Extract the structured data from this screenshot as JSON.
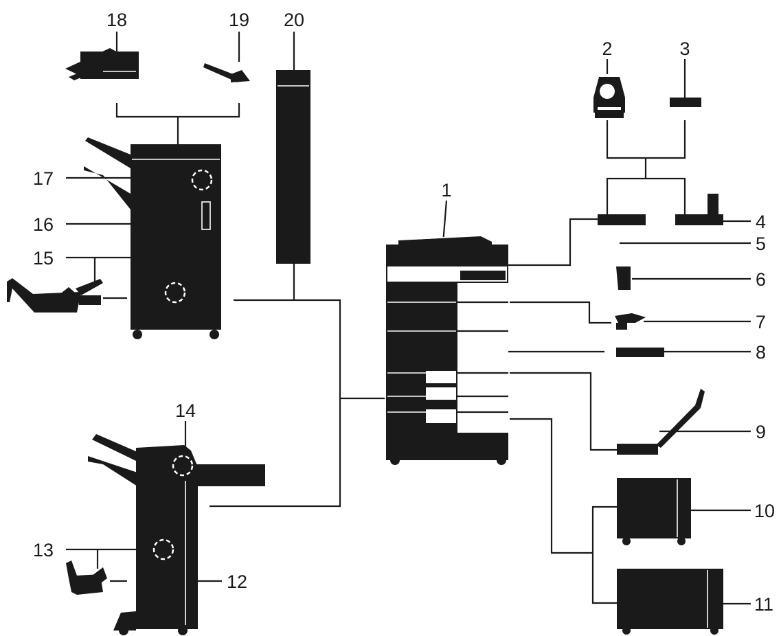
{
  "callouts": [
    {
      "id": 1,
      "label": "1"
    },
    {
      "id": 2,
      "label": "2"
    },
    {
      "id": 3,
      "label": "3"
    },
    {
      "id": 4,
      "label": "4"
    },
    {
      "id": 5,
      "label": "5"
    },
    {
      "id": 6,
      "label": "6"
    },
    {
      "id": 7,
      "label": "7"
    },
    {
      "id": 8,
      "label": "8"
    },
    {
      "id": 9,
      "label": "9"
    },
    {
      "id": 10,
      "label": "10"
    },
    {
      "id": 11,
      "label": "11"
    },
    {
      "id": 12,
      "label": "12"
    },
    {
      "id": 13,
      "label": "13"
    },
    {
      "id": 14,
      "label": "14"
    },
    {
      "id": 15,
      "label": "15"
    },
    {
      "id": 16,
      "label": "16"
    },
    {
      "id": 17,
      "label": "17"
    },
    {
      "id": 18,
      "label": "18"
    },
    {
      "id": 19,
      "label": "19"
    },
    {
      "id": 20,
      "label": "20"
    }
  ],
  "colors": {
    "ink": "#1a1a1a",
    "background": "#ffffff"
  }
}
